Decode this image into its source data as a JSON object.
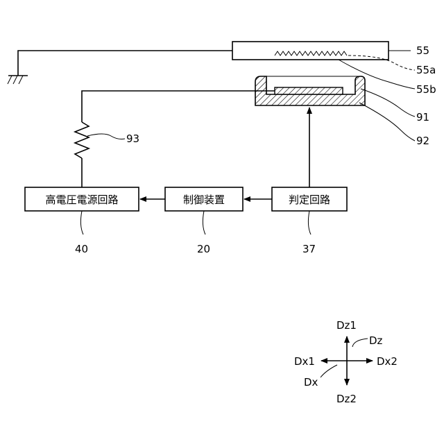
{
  "blocks": {
    "hv": "高電圧電源回路",
    "ctrl": "制御装置",
    "judge": "判定回路"
  },
  "refs": {
    "r55": "55",
    "r55a": "55a",
    "r55b": "55b",
    "r91": "91",
    "r92": "92",
    "r93": "93",
    "r40": "40",
    "r20": "20",
    "r37": "37"
  },
  "axes": {
    "dz1": "Dz1",
    "dz": "Dz",
    "dx1": "Dx1",
    "dx2": "Dx2",
    "dx": "Dx",
    "dz2": "Dz2"
  }
}
